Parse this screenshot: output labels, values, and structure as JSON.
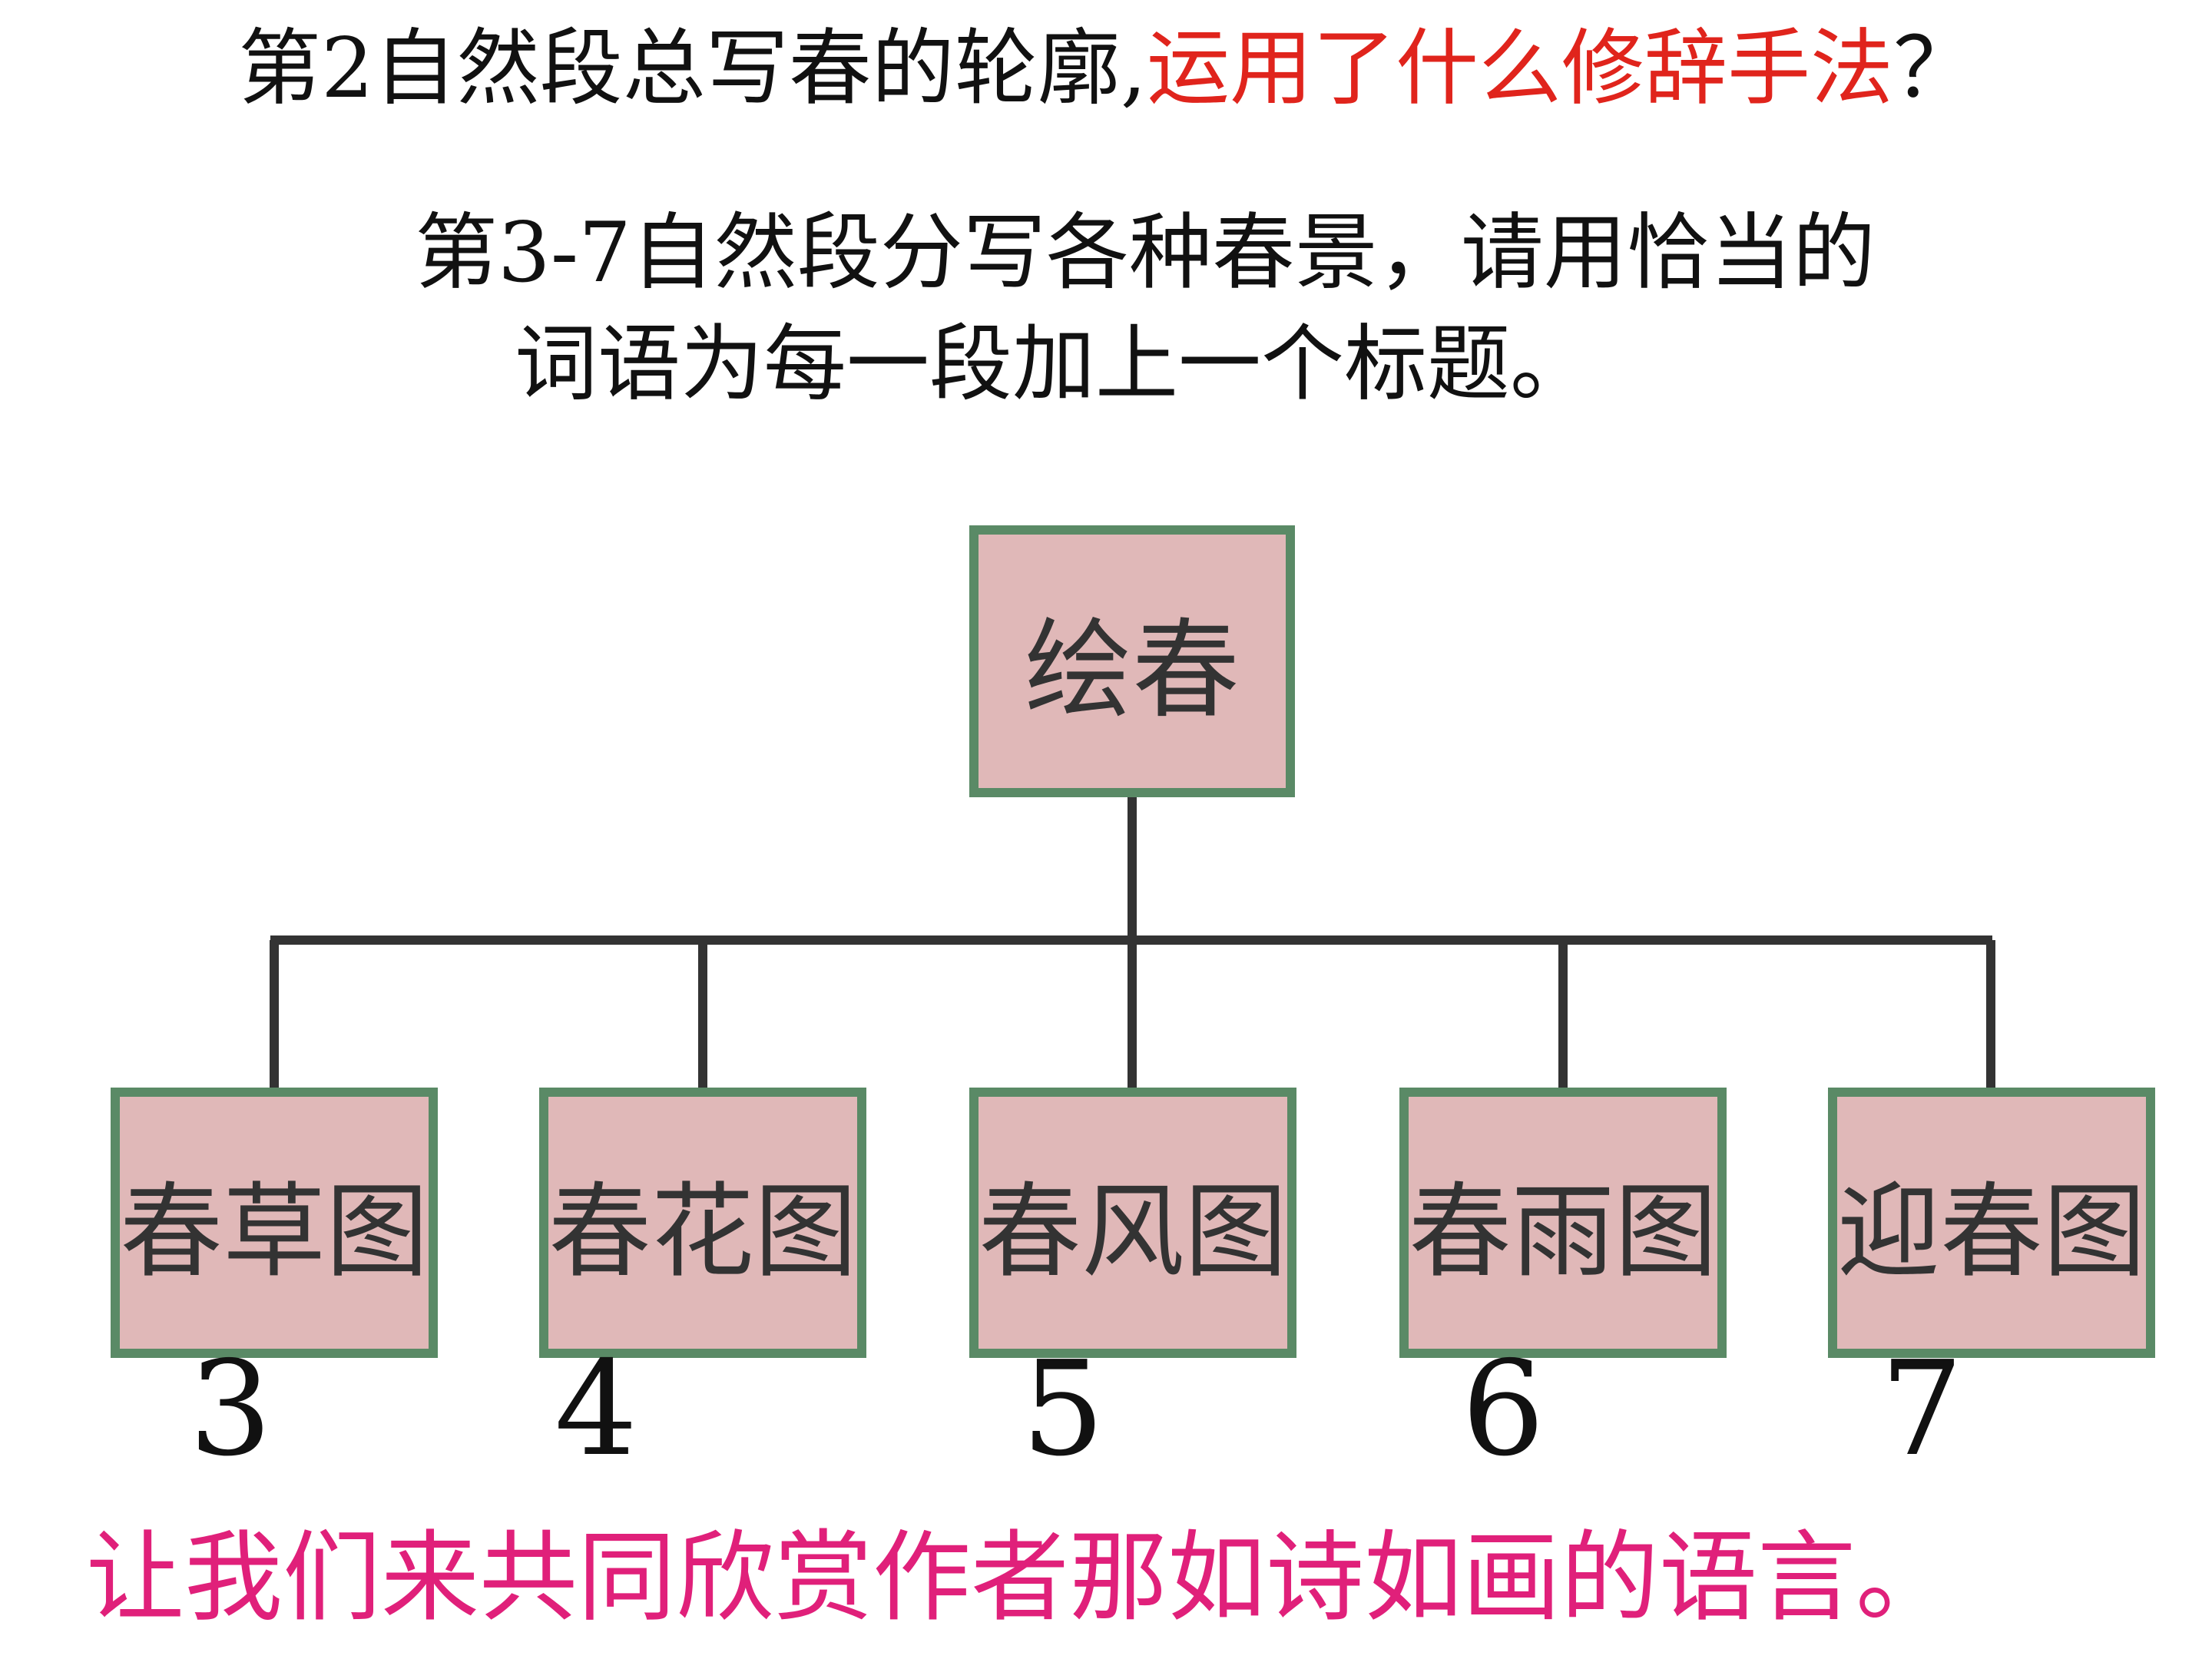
{
  "questions": {
    "q1_black": "第2自然段总写春的轮廓,",
    "q1_red": "运用了什么修辞手法",
    "q1_end": "？",
    "q2_line1": "第3-7自然段分写各种春景，请用恰当的",
    "q2_line2": "词语为每一段加上一个标题。"
  },
  "diagram": {
    "root": "绘春",
    "children": [
      {
        "label": "春草图",
        "number": "3"
      },
      {
        "label": "春花图",
        "number": "4"
      },
      {
        "label": "春风图",
        "number": "5"
      },
      {
        "label": "春雨图",
        "number": "6"
      },
      {
        "label": "迎春图",
        "number": "7"
      }
    ]
  },
  "footer": "让我们来共同欣赏作者那如诗如画的语言。",
  "colors": {
    "text": "#111111",
    "question_red": "#e0241c",
    "footer_pink": "#e0207a",
    "box_fill": "#e0b8b8",
    "box_border": "#5a8a66",
    "box_text": "#333333",
    "connector": "#333333"
  }
}
